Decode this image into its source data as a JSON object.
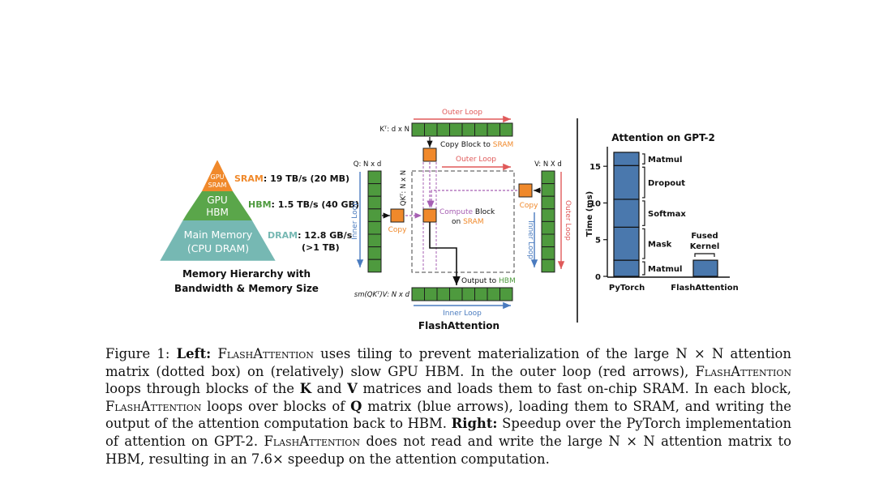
{
  "memory": {
    "levels": [
      {
        "label_line1": "GPU",
        "label_line2": "SRAM",
        "name": "SRAM",
        "spec": ": 19 TB/s (20 MB)",
        "color": "#f0892b"
      },
      {
        "label_line1": "GPU",
        "label_line2": "HBM",
        "name": "HBM",
        "spec": ": 1.5 TB/s (40 GB)",
        "color": "#5aa64a"
      },
      {
        "label_line1": "Main Memory",
        "label_line2": "(CPU DRAM)",
        "name": "DRAM",
        "spec": ": 12.8 GB/s",
        "spec2": "(>1 TB)",
        "color": "#76b8b3"
      }
    ],
    "caption_line1": "Memory Hierarchy with",
    "caption_line2": "Bandwidth & Memory Size"
  },
  "flash": {
    "outer_loop": "Outer Loop",
    "inner_loop": "Inner Loop",
    "kt_label": "Kᵀ: d x N",
    "q_label": "Q: N x d",
    "v_label": "V: N X d",
    "qkt_label": "QKᵀ: N x N",
    "out_label": "sm(QKᵀ)V: N x d",
    "copy_block_to": "Copy Block to ",
    "sram": "SRAM",
    "copy": "Copy",
    "compute": "Compute",
    "block": " Block",
    "on": "on ",
    "output_to": "Output to ",
    "hbm": "HBM",
    "title": "FlashAttention",
    "colors": {
      "green": "#4e9a3e",
      "orange": "#f0892b",
      "red": "#e05a5a",
      "blue": "#4a7bbf",
      "purple": "#a65fb3"
    }
  },
  "chart_data": {
    "type": "bar",
    "title": "Attention on GPT-2",
    "ylabel": "Time (ms)",
    "ylim": [
      0,
      18
    ],
    "yticks": [
      0,
      5,
      10,
      15
    ],
    "categories": [
      "PyTorch",
      "FlashAttention"
    ],
    "stacks": [
      {
        "category": "PyTorch",
        "segments": [
          {
            "name": "Matmul",
            "value": 2.2
          },
          {
            "name": "Mask",
            "value": 4.5
          },
          {
            "name": "Softmax",
            "value": 3.8
          },
          {
            "name": "Dropout",
            "value": 4.6
          },
          {
            "name": "Matmul",
            "value": 1.8
          }
        ]
      },
      {
        "category": "FlashAttention",
        "segments": [
          {
            "name": "Fused Kernel",
            "value": 2.2
          }
        ]
      }
    ],
    "fused_label_line1": "Fused",
    "fused_label_line2": "Kernel",
    "bar_color": "#4a78ad"
  },
  "caption": {
    "figure": "Figure 1: ",
    "left": "Left:",
    "flash_name": "FlashAttention",
    "p1": " uses tiling to prevent materialization of the large N × N attention matrix (dotted box) on (relatively) slow GPU HBM. In the outer loop (red arrows), ",
    "p2": " loops through blocks of the ",
    "k": "K",
    "p3": " and ",
    "v": "V",
    "p4": " matrices and loads them to fast on-chip SRAM. In each block, ",
    "p5": " loops over blocks of ",
    "q": "Q",
    "p6": " matrix (blue arrows), loading them to SRAM, and writing the output of the attention computation back to HBM. ",
    "right": "Right:",
    "p7": " Speedup over the PyTorch implementation of attention on GPT-2. ",
    "p8": " does not read and write the large N × N attention matrix to HBM, resulting in an 7.6× speedup on the attention computation."
  }
}
